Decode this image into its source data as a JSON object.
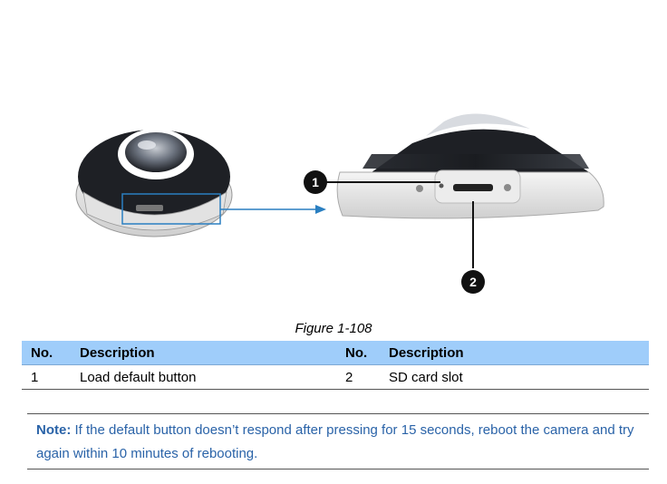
{
  "figure": {
    "caption": "Figure 1-108",
    "callouts": [
      "1",
      "2"
    ]
  },
  "table": {
    "headers": [
      "No.",
      "Description",
      "No.",
      "Description"
    ],
    "rows": [
      [
        "1",
        "Load default button",
        "2",
        "SD card slot"
      ]
    ]
  },
  "note": {
    "label": "Note:",
    "text": " If the default button doesn’t respond after pressing for 15 seconds, reboot the camera and try again within 10 minutes of rebooting."
  },
  "colors": {
    "header_bg": "#9fcdfa",
    "note_text": "#2a63a8",
    "highlight_box": "#2a7fc1"
  }
}
